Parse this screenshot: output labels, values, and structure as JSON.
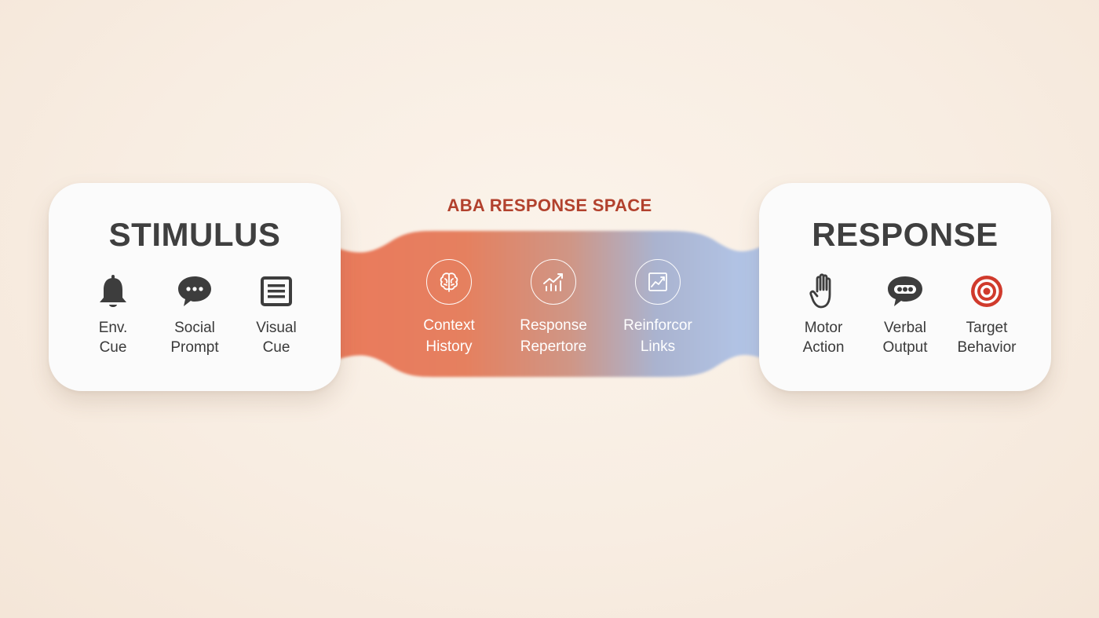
{
  "center": {
    "title": "ABA RESPONSE SPACE",
    "items": [
      {
        "label": "Context\nHistory",
        "icon": "brain-icon"
      },
      {
        "label": "Response\nRepertore",
        "icon": "trend-chart-icon"
      },
      {
        "label": "Reinforcor\nLinks",
        "icon": "line-chart-icon"
      }
    ]
  },
  "stimulus": {
    "title": "STIMULUS",
    "items": [
      {
        "label": "Env.\nCue",
        "icon": "bell-icon"
      },
      {
        "label": "Social\nPrompt",
        "icon": "speech-bubble-icon"
      },
      {
        "label": "Visual\nCue",
        "icon": "document-icon"
      }
    ]
  },
  "response": {
    "title": "RESPONSE",
    "items": [
      {
        "label": "Motor\nAction",
        "icon": "hand-icon"
      },
      {
        "label": "Verbal\nOutput",
        "icon": "chat-dots-icon"
      },
      {
        "label": "Target\nBehavior",
        "icon": "target-icon"
      }
    ]
  },
  "colors": {
    "band_left": "#e8765a",
    "band_right": "#b6c8e8",
    "title_accent": "#b2412d",
    "text_dark": "#3f3f3f",
    "target_red": "#d03a2c"
  }
}
